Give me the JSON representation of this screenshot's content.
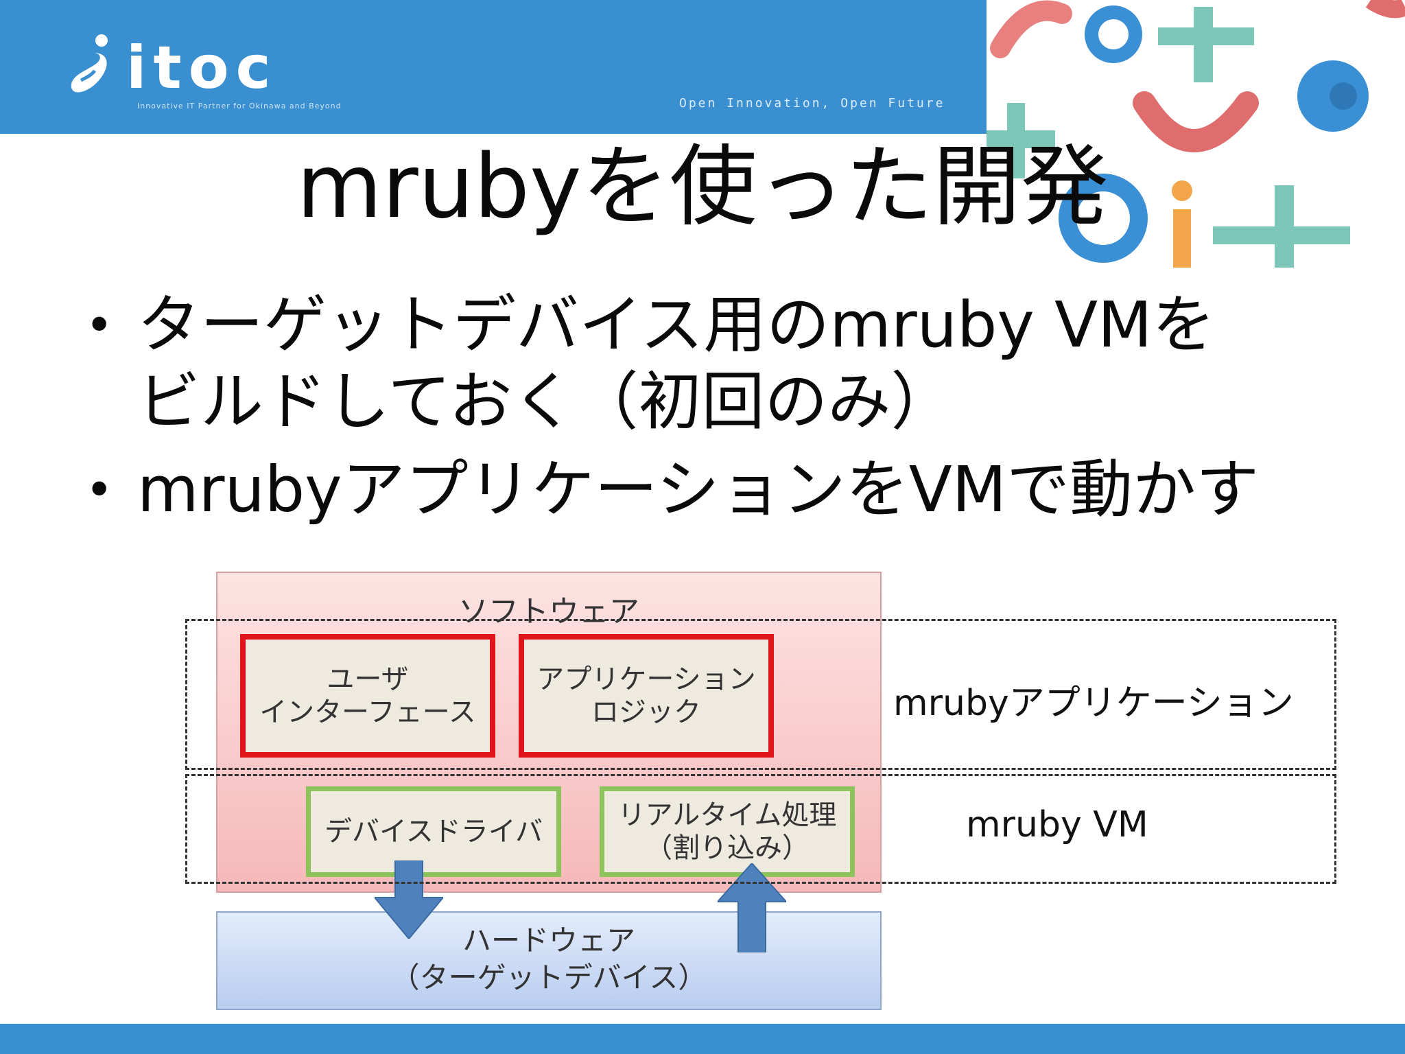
{
  "header": {
    "logo_text": "itoc",
    "logo_sub": "Innovative IT Partner for Okinawa and Beyond",
    "tagline": "Open Innovation, Open Future",
    "brand_color": "#3a8fd1"
  },
  "slide": {
    "title": "mrubyを使った開発",
    "bullets": [
      {
        "lines": [
          "ターゲットデバイス用のmruby VMを",
          "ビルドしておく（初回のみ）"
        ]
      },
      {
        "lines": [
          "mrubyアプリケーションをVMで動かす"
        ]
      }
    ]
  },
  "diagram": {
    "software_label": "ソフトウェア",
    "hardware_lines": [
      "ハードウェア",
      "（ターゲットデバイス）"
    ],
    "app_boxes": [
      {
        "lines": [
          "ユーザ",
          "インターフェース"
        ]
      },
      {
        "lines": [
          "アプリケーション",
          "ロジック"
        ]
      }
    ],
    "vm_boxes": [
      {
        "lines": [
          "デバイスドライバ"
        ]
      },
      {
        "lines": [
          "リアルタイム処理",
          "（割り込み）"
        ]
      }
    ],
    "app_layer_label": "mrubyアプリケーション",
    "vm_layer_label": "mruby VM",
    "colors": {
      "app_border": "#e0141a",
      "vm_border": "#8dc35a",
      "arrow": "#4f81bd"
    }
  }
}
